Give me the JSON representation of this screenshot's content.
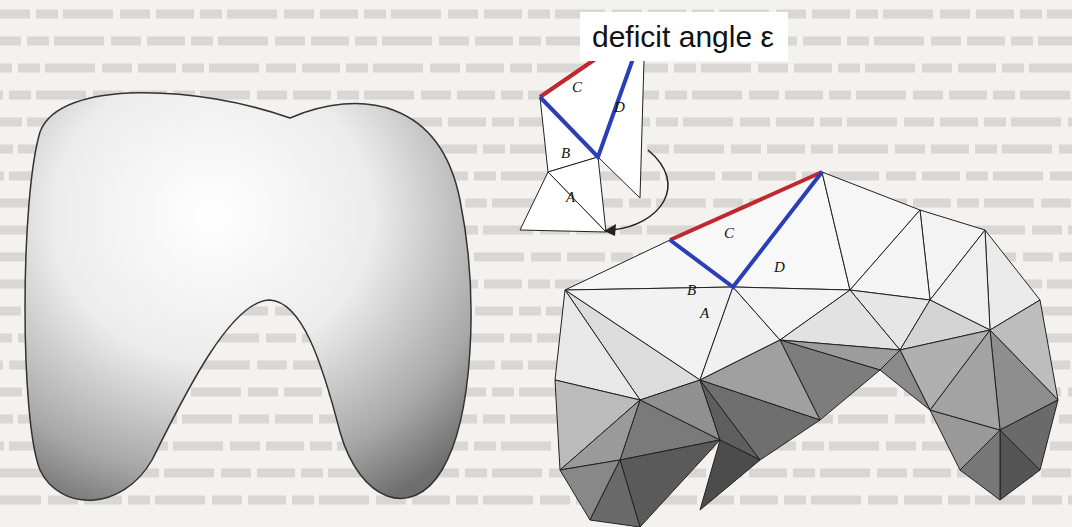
{
  "diagram": {
    "labels": [
      "deficit angle ε",
      "C",
      "D",
      "B",
      "A",
      "C",
      "D",
      "B",
      "A"
    ]
  }
}
